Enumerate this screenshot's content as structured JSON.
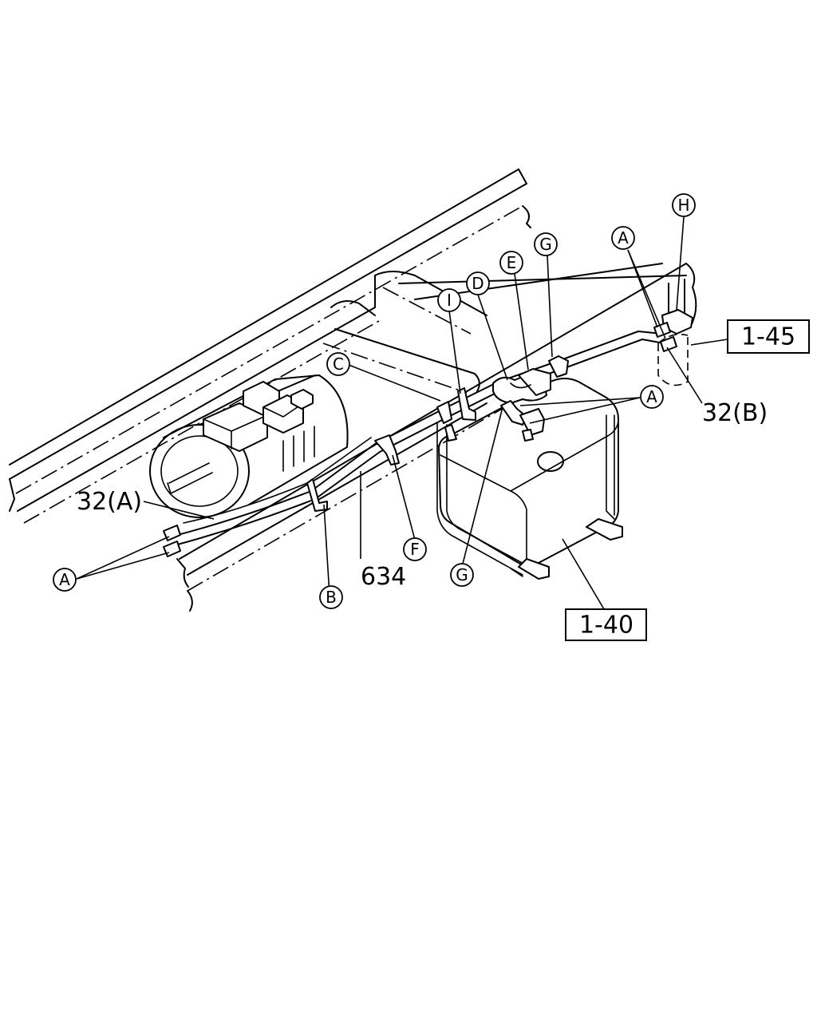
{
  "callouts": {
    "a1": "A",
    "a2": "A",
    "a3": "A",
    "b": "B",
    "c": "C",
    "d": "D",
    "e": "E",
    "f": "F",
    "g1": "G",
    "g2": "G",
    "h": "H",
    "i": "I"
  },
  "part_labels": {
    "p32a": "32(A)",
    "p32b": "32(B)",
    "p634": "634"
  },
  "ref_boxes": {
    "r145": "1-45",
    "r140": "1-40"
  }
}
